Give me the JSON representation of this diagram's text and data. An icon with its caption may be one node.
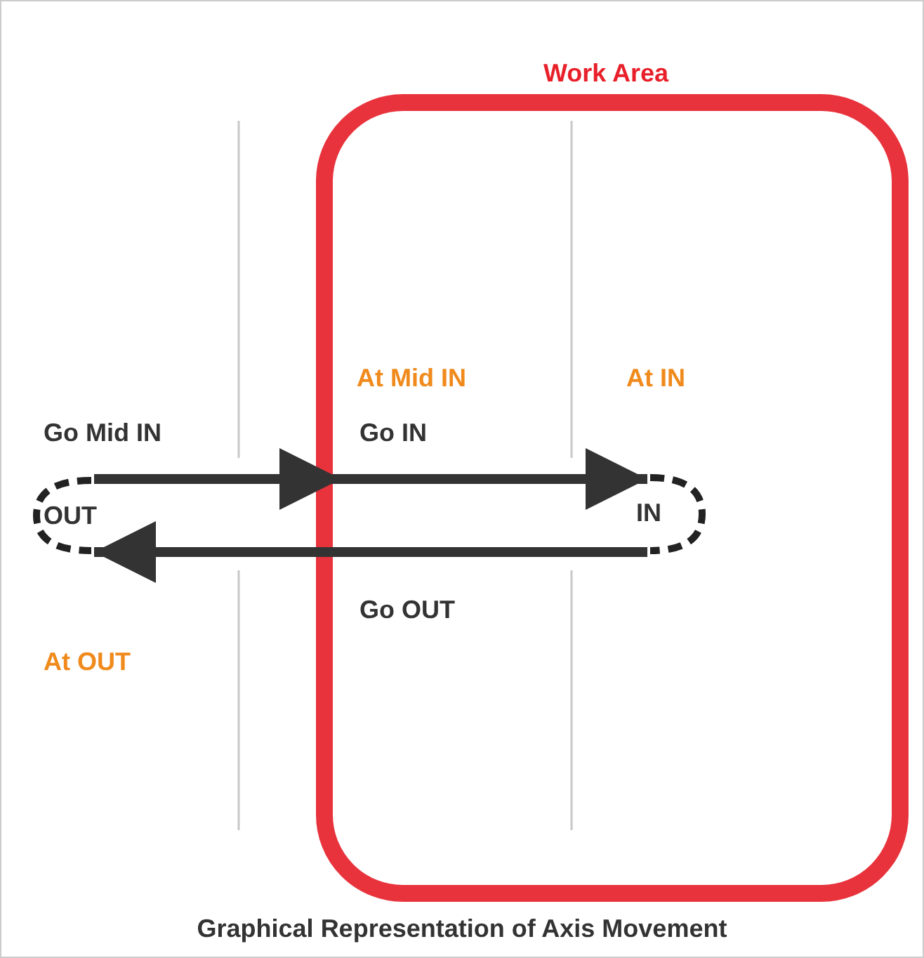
{
  "diagram": {
    "caption": "Graphical Representation of Axis Movement",
    "nodes": [
      {
        "text": [
          "Work Area"
        ]
      },
      {
        "text": [
          "OUT"
        ]
      },
      {
        "text": [
          "IN"
        ],
        "in": 0
      }
    ],
    "edges": [
      {
        "from": 1,
        "to": 0,
        "arrow": "to",
        "label": "Go Mid IN"
      },
      {
        "from": 0,
        "to": 2,
        "arrow": "to",
        "label": "Go IN"
      },
      {
        "from": 2,
        "to": 1,
        "arrow": "to",
        "label": "Go OUT"
      }
    ],
    "labels": [
      "At Mid IN",
      "At IN",
      "At OUT"
    ]
  }
}
